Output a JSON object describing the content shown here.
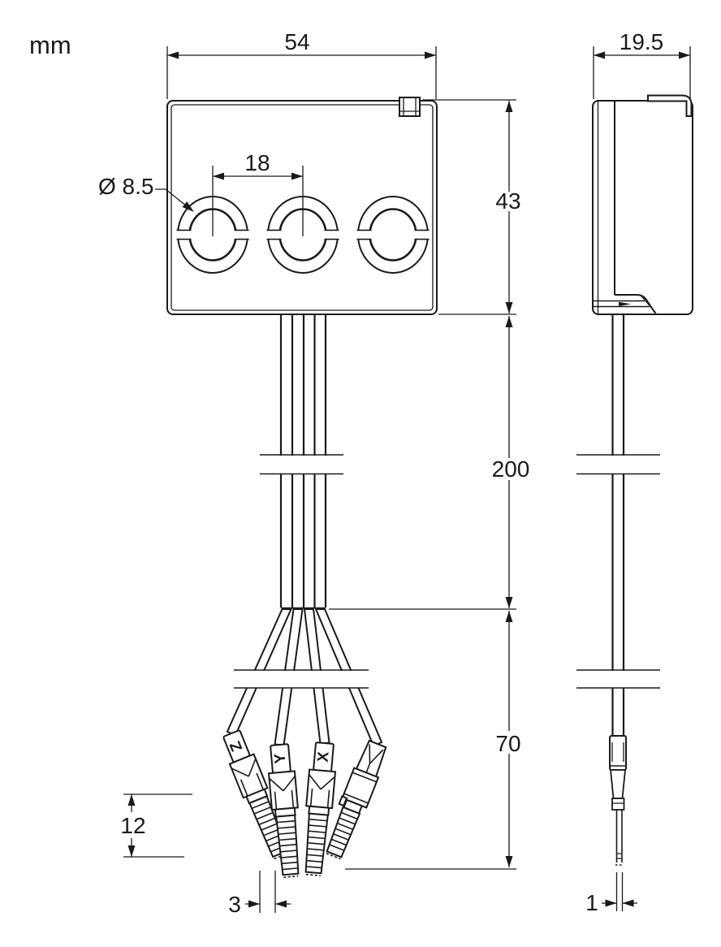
{
  "unit_label": "mm",
  "ink_color": "#1a1a1a",
  "dimensions": {
    "body_width": "54",
    "body_depth": "19.5",
    "body_height": "43",
    "hole_spacing": "18",
    "hole_diameter": "Ø 8.5",
    "cable_length": "200",
    "fanout_length": "70",
    "ferrule_length": "12",
    "wire_tip_width": "3",
    "blade_thickness": "1"
  },
  "wire_labels": [
    "Z",
    "Y",
    "X"
  ]
}
